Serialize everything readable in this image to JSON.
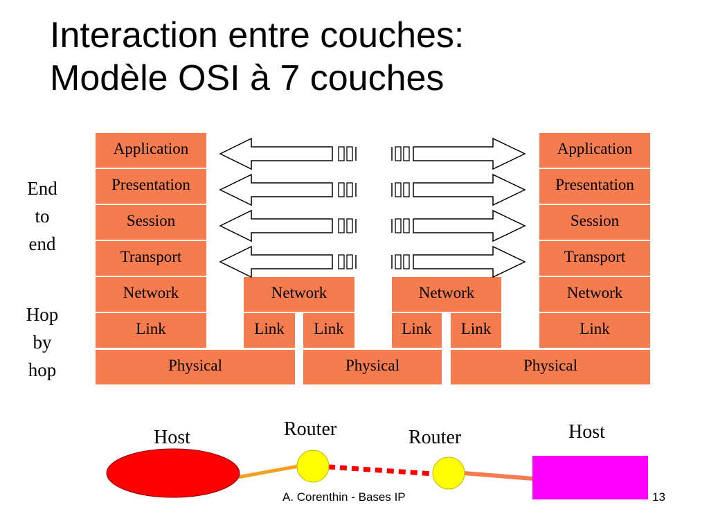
{
  "title": {
    "line1": "Interaction entre couches:",
    "line2": "Modèle OSI à 7 couches"
  },
  "side_labels": {
    "end_to_end": [
      "End",
      "to",
      "end"
    ],
    "hop_by_hop": [
      "Hop",
      "by",
      "hop"
    ]
  },
  "layers": {
    "host_left": [
      "Application",
      "Presentation",
      "Session",
      "Transport",
      "Network",
      "Link"
    ],
    "host_right": [
      "Application",
      "Presentation",
      "Session",
      "Transport",
      "Network",
      "Link"
    ],
    "router_1": {
      "network": "Network",
      "link_left": "Link",
      "link_right": "Link"
    },
    "router_2": {
      "network": "Network",
      "link_left": "Link",
      "link_right": "Link"
    },
    "physical": [
      "Physical",
      "Physical",
      "Physical"
    ]
  },
  "topology": {
    "host_left": "Host",
    "router_1": "Router",
    "router_2": "Router",
    "host_right": "Host"
  },
  "footer": {
    "author": "A. Corenthin - Bases IP",
    "page": "13"
  },
  "colors": {
    "layer_box": "#F47C4E",
    "host_left": "#FF0000",
    "host_right": "#FF00FF",
    "router": "#FFFF00",
    "link_left": "#F4A022",
    "link_middle": "#FF0000",
    "link_right": "#F47C4E"
  }
}
